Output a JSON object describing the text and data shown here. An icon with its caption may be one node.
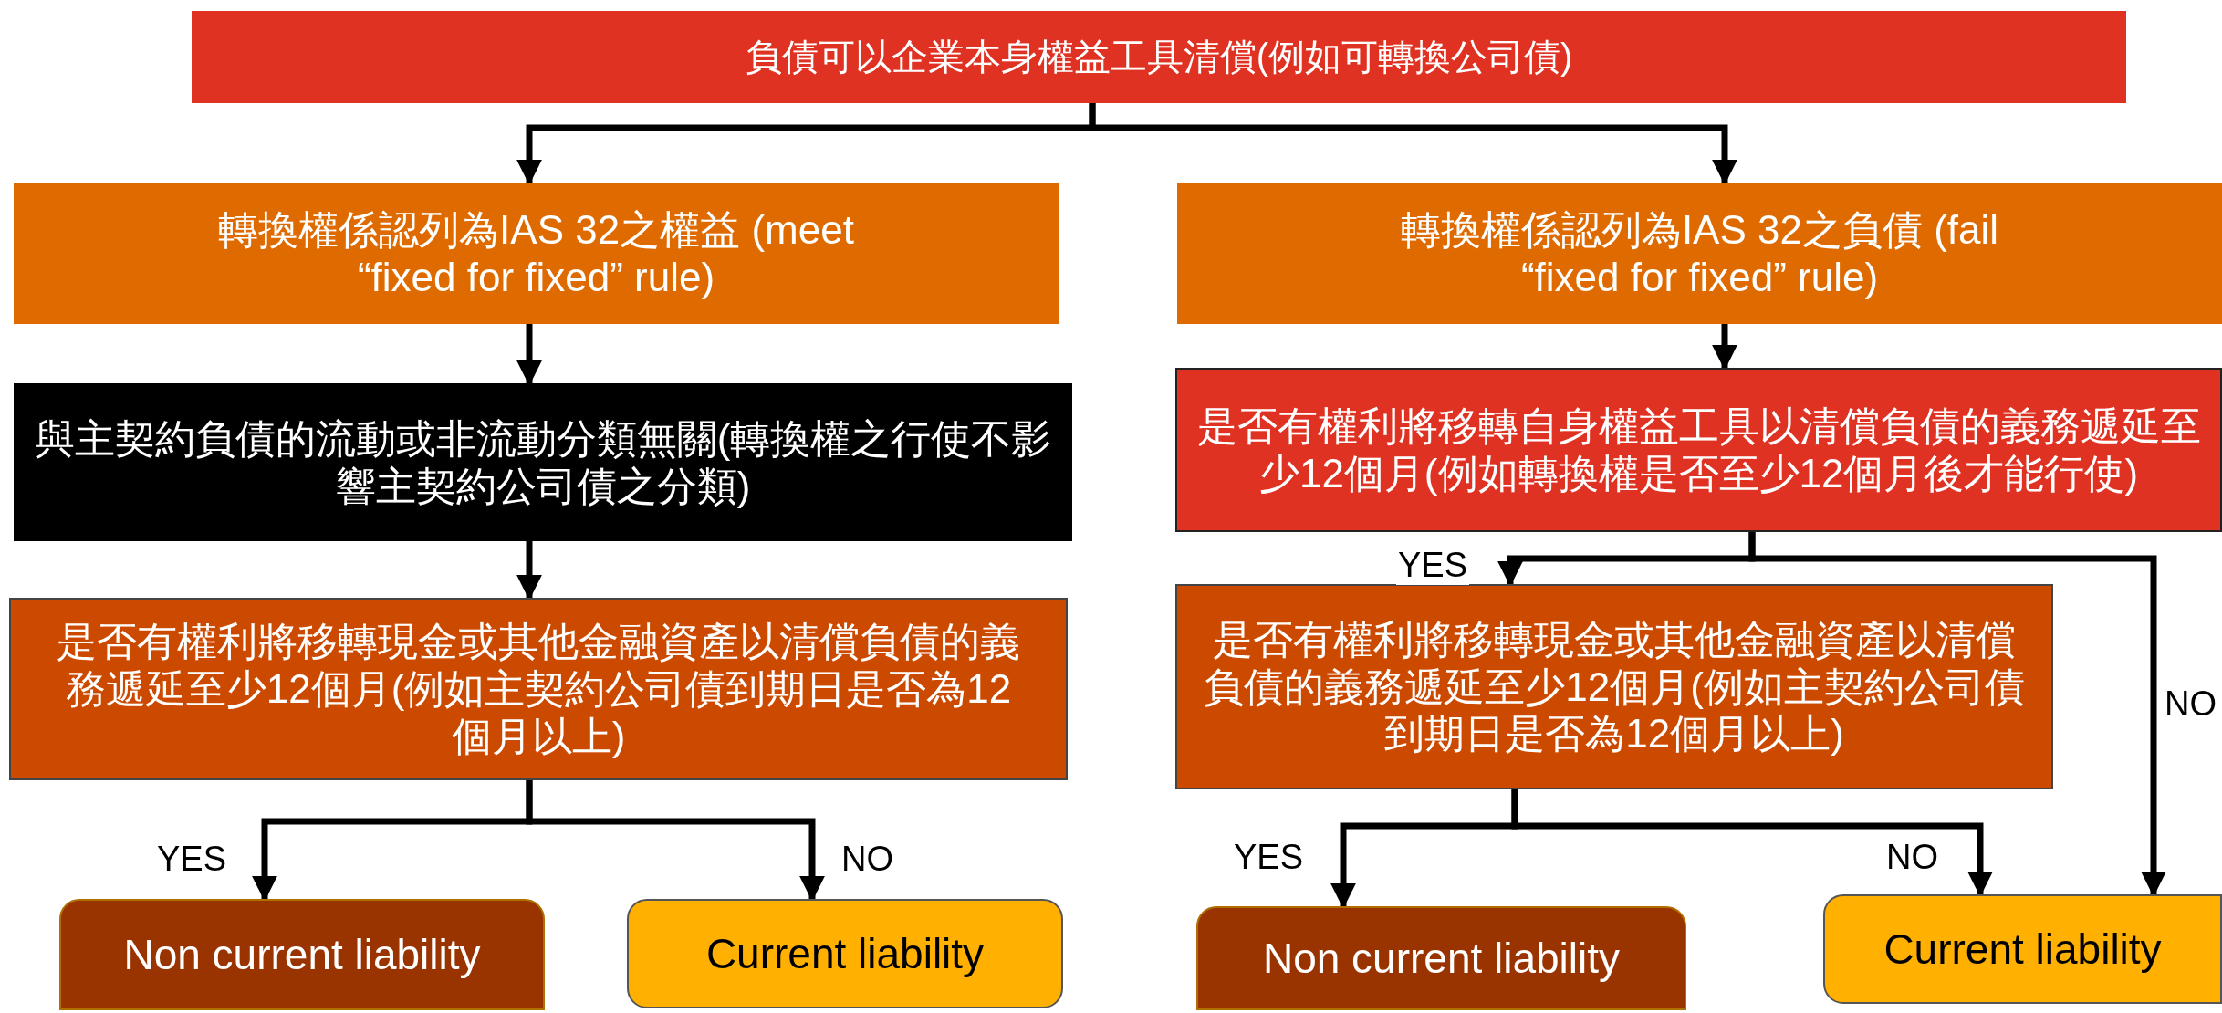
{
  "diagram": {
    "nodes": [
      {
        "text": [
          "負債可以企業本身權益工具清償(例如可轉換公司債)"
        ]
      },
      {
        "text": [
          "轉換權係認列為IAS 32之權益 (meet “fixed for fixed” rule)"
        ]
      },
      {
        "text": [
          "轉換權係認列為IAS 32之負債 (fail “fixed for fixed” rule)"
        ]
      },
      {
        "text": [
          "與主契約負債的流動或非流動分類無關(轉換權之行使不影響主契約公司債之分類)"
        ]
      },
      {
        "text": [
          "是否有權利將移轉自身權益工具以清償負債的義務遞延至少12個月(例如轉換權是否至少12個月後才能行使)"
        ]
      },
      {
        "text": [
          "是否有權利將移轉現金或其他金融資產以清償負債的義務遞延至少12個月(例如主契約公司債到期日是否為12個月以上)"
        ]
      },
      {
        "text": [
          "是否有權利將移轉現金或其他金融資產以清償負債的義務遞延至少12個月(例如主契約公司債到期日是否為12個月以上)"
        ]
      },
      {
        "text": [
          "Non current liability"
        ]
      },
      {
        "text": [
          "Current liability"
        ]
      },
      {
        "text": [
          "Non current liability"
        ]
      },
      {
        "text": [
          "Current liability"
        ]
      }
    ],
    "edges": [
      {
        "from": 0,
        "to": 1,
        "arrow": "to"
      },
      {
        "from": 0,
        "to": 2,
        "arrow": "to"
      },
      {
        "from": 1,
        "to": 3,
        "arrow": "to"
      },
      {
        "from": 2,
        "to": 4,
        "arrow": "to"
      },
      {
        "from": 3,
        "to": 5,
        "arrow": "to"
      },
      {
        "from": 5,
        "to": 7,
        "arrow": "to",
        "label": "YES"
      },
      {
        "from": 5,
        "to": 8,
        "arrow": "to",
        "label": "NO"
      },
      {
        "from": 4,
        "to": 6,
        "arrow": "to",
        "label": "YES"
      },
      {
        "from": 4,
        "to": 10,
        "arrow": "to",
        "label": "NO"
      },
      {
        "from": 6,
        "to": 9,
        "arrow": "to",
        "label": "YES"
      },
      {
        "from": 6,
        "to": 10,
        "arrow": "to",
        "label": "NO"
      }
    ]
  }
}
